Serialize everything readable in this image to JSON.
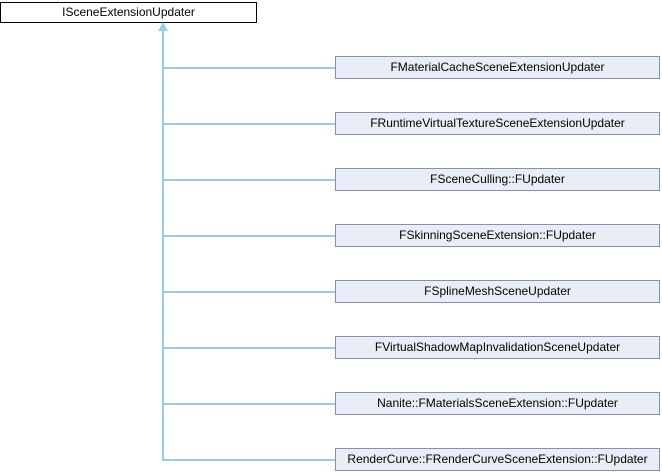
{
  "diagram": {
    "type": "class-inheritance-graph",
    "parent": {
      "label": "ISceneExtensionUpdater"
    },
    "children": [
      {
        "label": "FMaterialCacheSceneExtensionUpdater"
      },
      {
        "label": "FRuntimeVirtualTextureSceneExtensionUpdater"
      },
      {
        "label": "FSceneCulling::FUpdater"
      },
      {
        "label": "FSkinningSceneExtension::FUpdater"
      },
      {
        "label": "FSplineMeshSceneUpdater"
      },
      {
        "label": "FVirtualShadowMapInvalidationSceneUpdater"
      },
      {
        "label": "Nanite::FMaterialsSceneExtension::FUpdater"
      },
      {
        "label": "RenderCurve::FRenderCurveSceneExtension::FUpdater"
      }
    ],
    "colors": {
      "edge": "#9ECBEA",
      "child_fill": "#E9EDF6",
      "child_border": "#8191B8",
      "parent_fill": "#FFFFFF",
      "parent_border": "#000000",
      "text": "#000000"
    }
  }
}
